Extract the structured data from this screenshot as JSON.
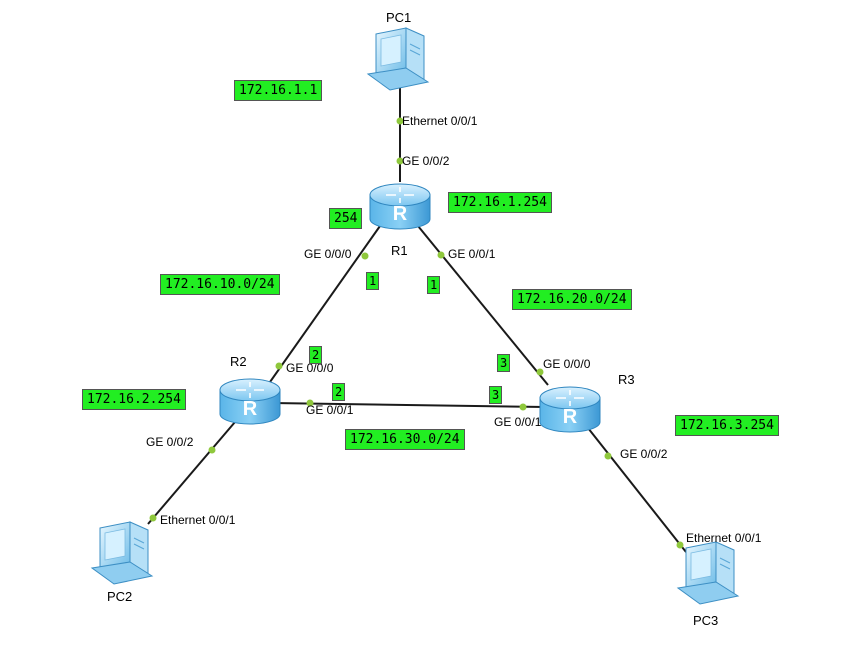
{
  "devices": {
    "pc1": "PC1",
    "pc2": "PC2",
    "pc3": "PC3",
    "r1": "R1",
    "r2": "R2",
    "r3": "R3"
  },
  "ports": {
    "pc1_eth": "Ethernet 0/0/1",
    "r1_g002": "GE 0/0/2",
    "r1_g000": "GE 0/0/0",
    "r1_g001": "GE 0/0/1",
    "r2_g000": "GE 0/0/0",
    "r2_g001": "GE 0/0/1",
    "r2_g002": "GE 0/0/2",
    "pc2_eth": "Ethernet 0/0/1",
    "r3_g000": "GE 0/0/0",
    "r3_g001": "GE 0/0/1",
    "r3_g002": "GE 0/0/2",
    "pc3_eth": "Ethernet 0/0/1"
  },
  "annotations": {
    "pc1_ip": "172.16.1.1",
    "r1_lan": "172.16.1.254",
    "r1_host": "254",
    "net_r1_r2": "172.16.10.0/24",
    "net_r1_r3": "172.16.20.0/24",
    "net_r2_r3": "172.16.30.0/24",
    "r2_lan": "172.16.2.254",
    "r3_lan": "172.16.3.254",
    "r1_r2_side": "1",
    "r1_r3_side": "1",
    "r2_r1_side": "2",
    "r2_r3_side": "2",
    "r3_r1_side": "3",
    "r3_r2_side": "3"
  },
  "colors": {
    "label_bg": "#22ee22",
    "port_dot": "#8fc83c",
    "router_body": "#4aa8e0",
    "pc_body": "#9fd4f2"
  },
  "icons": {
    "router": "router-icon",
    "pc": "pc-icon"
  }
}
